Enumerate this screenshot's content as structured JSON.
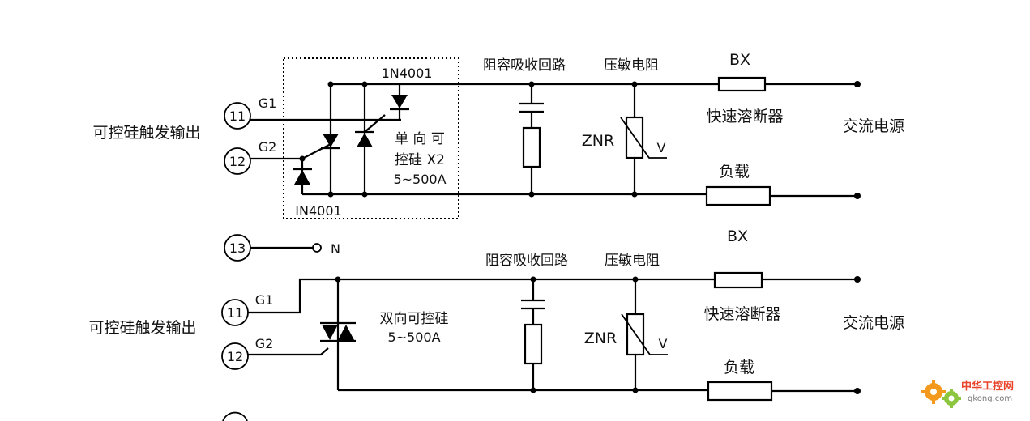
{
  "upper": {
    "trigger_output": "可控硅触发输出",
    "terminal_1": "11",
    "terminal_2": "12",
    "g1": "G1",
    "g2": "G2",
    "diode_top": "1N4001",
    "diode_bottom": "IN4001",
    "scr_line1": "单 向 可",
    "scr_line2": "控硅 X2",
    "scr_line3": "5~500A",
    "rc_snubber": "阻容吸收回路",
    "varistor": "压敏电阻",
    "znr": "ZNR",
    "v": "V",
    "fuse_label": "BX",
    "fuse_name": "快速溶断器",
    "load": "负载",
    "ac_source": "交流电源"
  },
  "neutral": {
    "terminal": "13",
    "n": "N"
  },
  "lower": {
    "trigger_output": "可控硅触发输出",
    "terminal_1": "11",
    "terminal_2": "12",
    "g1": "G1",
    "g2": "G2",
    "triac_line1": "双向可控硅",
    "triac_line2": "5~500A",
    "rc_snubber": "阻容吸收回路",
    "varistor": "压敏电阻",
    "znr": "ZNR",
    "v": "V",
    "fuse_label": "BX",
    "fuse_name": "快速溶断器",
    "load": "负载",
    "ac_source": "交流电源"
  },
  "watermark": {
    "name": "中华工控网",
    "site": "gkong.com",
    "colors": {
      "gear_orange": "#f39a1e",
      "gear_green": "#8cc63f",
      "text_red": "#e8452c"
    }
  }
}
